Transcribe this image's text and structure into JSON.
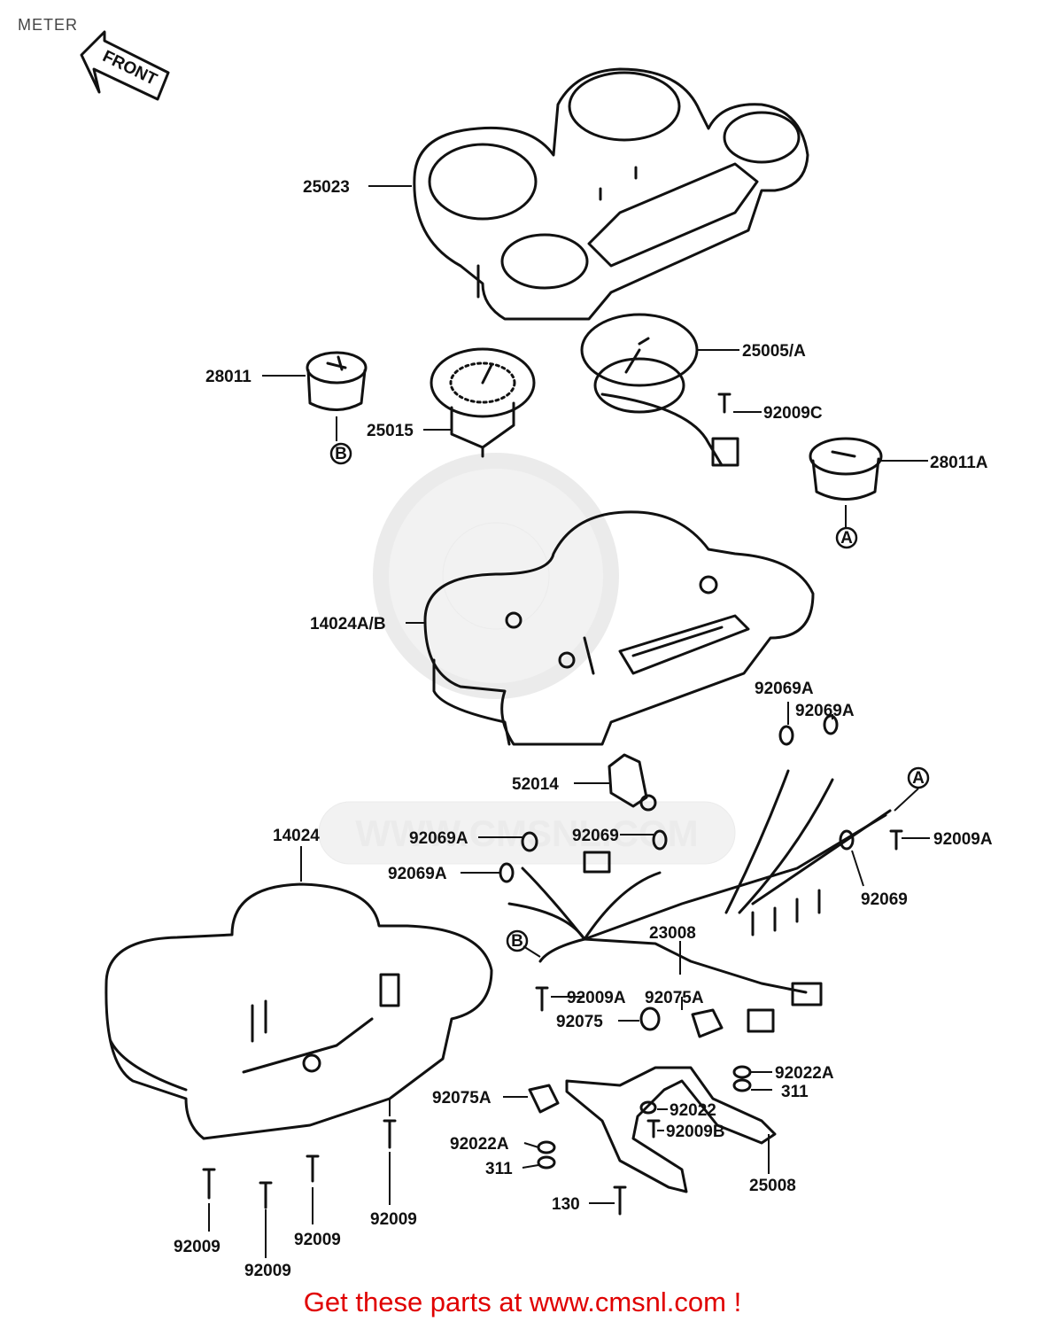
{
  "page_title": "METER",
  "front_label": "FRONT",
  "footer": "Get these parts at www.cmsnl.com !",
  "watermark_text": "WWW.CMSNL.COM",
  "callouts": {
    "a": "A",
    "b": "B"
  },
  "parts": [
    {
      "id": "p25023",
      "label": "25023"
    },
    {
      "id": "p28011",
      "label": "28011"
    },
    {
      "id": "p25005A",
      "label": "25005/A"
    },
    {
      "id": "p92009C",
      "label": "92009C"
    },
    {
      "id": "p25015",
      "label": "25015"
    },
    {
      "id": "p28011A",
      "label": "28011A"
    },
    {
      "id": "p14024AB",
      "label": "14024A/B"
    },
    {
      "id": "p92069A_1",
      "label": "92069A"
    },
    {
      "id": "p92069A_2",
      "label": "92069A"
    },
    {
      "id": "p52014",
      "label": "52014"
    },
    {
      "id": "p14024",
      "label": "14024"
    },
    {
      "id": "p92069A_3",
      "label": "92069A"
    },
    {
      "id": "p92069_1",
      "label": "92069"
    },
    {
      "id": "p92009A_1",
      "label": "92009A"
    },
    {
      "id": "p92069A_4",
      "label": "92069A"
    },
    {
      "id": "p92069_2",
      "label": "92069"
    },
    {
      "id": "p23008",
      "label": "23008"
    },
    {
      "id": "p92009A_2",
      "label": "92009A"
    },
    {
      "id": "p92075A_1",
      "label": "92075A"
    },
    {
      "id": "p92075",
      "label": "92075"
    },
    {
      "id": "p92022A_1",
      "label": "92022A"
    },
    {
      "id": "p311_1",
      "label": "311"
    },
    {
      "id": "p92075A_2",
      "label": "92075A"
    },
    {
      "id": "p92022",
      "label": "92022"
    },
    {
      "id": "p92009B",
      "label": "92009B"
    },
    {
      "id": "p92022A_2",
      "label": "92022A"
    },
    {
      "id": "p311_2",
      "label": "311"
    },
    {
      "id": "p25008",
      "label": "25008"
    },
    {
      "id": "p130",
      "label": "130"
    },
    {
      "id": "p92009_1",
      "label": "92009"
    },
    {
      "id": "p92009_2",
      "label": "92009"
    },
    {
      "id": "p92009_3",
      "label": "92009"
    },
    {
      "id": "p92009_4",
      "label": "92009"
    }
  ]
}
